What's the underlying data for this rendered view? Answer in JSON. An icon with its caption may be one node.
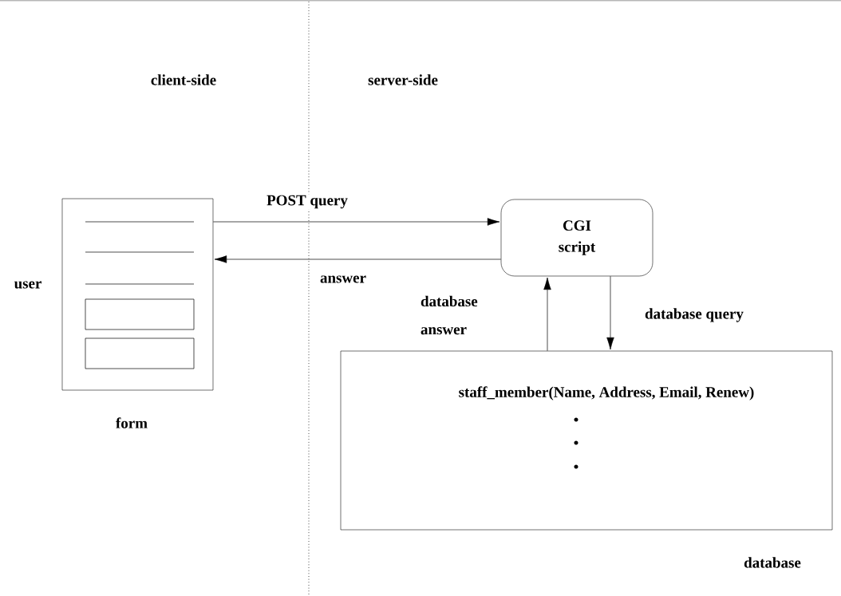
{
  "diagram": {
    "nodes": [
      {
        "text": [],
        "shape": "box",
        "beside": [
          "user",
          "form"
        ]
      },
      {
        "text": [
          "CGI script"
        ]
      },
      {
        "text": [
          "staff_member(Name, Address, Email, Renew)"
        ],
        "beside": [
          "database"
        ]
      }
    ],
    "edges": [
      {
        "from": 0,
        "to": 1,
        "arrow": "to",
        "label": "POST query"
      },
      {
        "from": 1,
        "to": 0,
        "arrow": "to",
        "label": "answer"
      },
      {
        "from": 2,
        "to": 1,
        "arrow": "to",
        "label": "database answer"
      },
      {
        "from": 1,
        "to": 2,
        "arrow": "to",
        "label": "database query"
      }
    ],
    "labels": [
      "client-side",
      "server-side"
    ]
  }
}
